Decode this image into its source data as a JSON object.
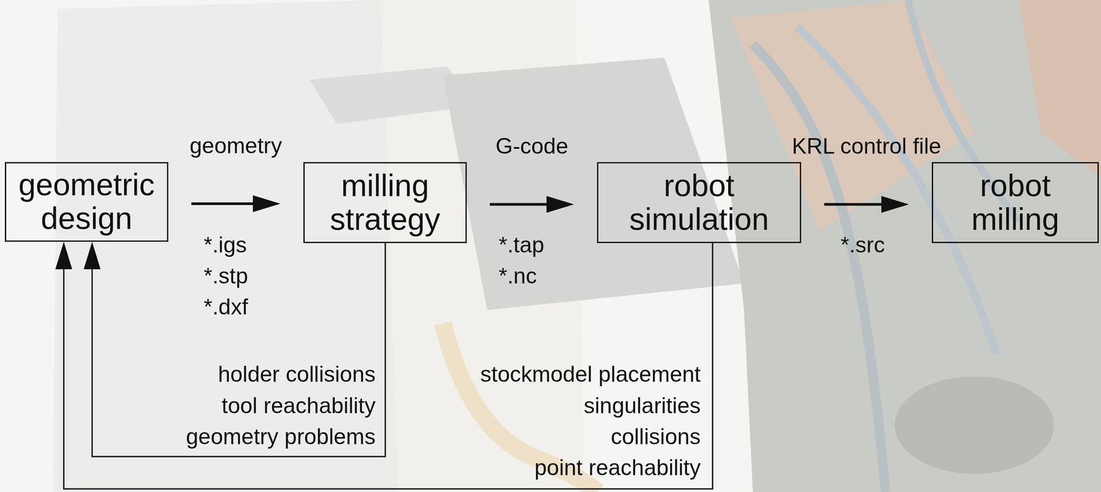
{
  "diagram": {
    "nodes": [
      {
        "text": [
          "geometric design"
        ]
      },
      {
        "text": [
          "milling strategy"
        ]
      },
      {
        "text": [
          "robot simulation"
        ]
      },
      {
        "text": [
          "robot milling"
        ]
      }
    ],
    "edges": [
      {
        "from": 0,
        "to": 1,
        "arrow": "to",
        "label": "geometry"
      },
      {
        "from": 1,
        "to": 2,
        "arrow": "to",
        "label": "G-code"
      },
      {
        "from": 2,
        "to": 3,
        "arrow": "to",
        "label": "KRL control file"
      },
      {
        "from": 1,
        "to": 0,
        "arrow": "to"
      },
      {
        "from": 2,
        "to": 0,
        "arrow": "to"
      }
    ],
    "labels": [
      "*.igs",
      "*.stp",
      "*.dxf",
      "*.tap",
      "*.nc",
      "*.src",
      "holder collisions",
      "tool reachability",
      "geometry problems",
      "stockmodel placement",
      "singularities",
      "collisions",
      "point reachability"
    ]
  }
}
